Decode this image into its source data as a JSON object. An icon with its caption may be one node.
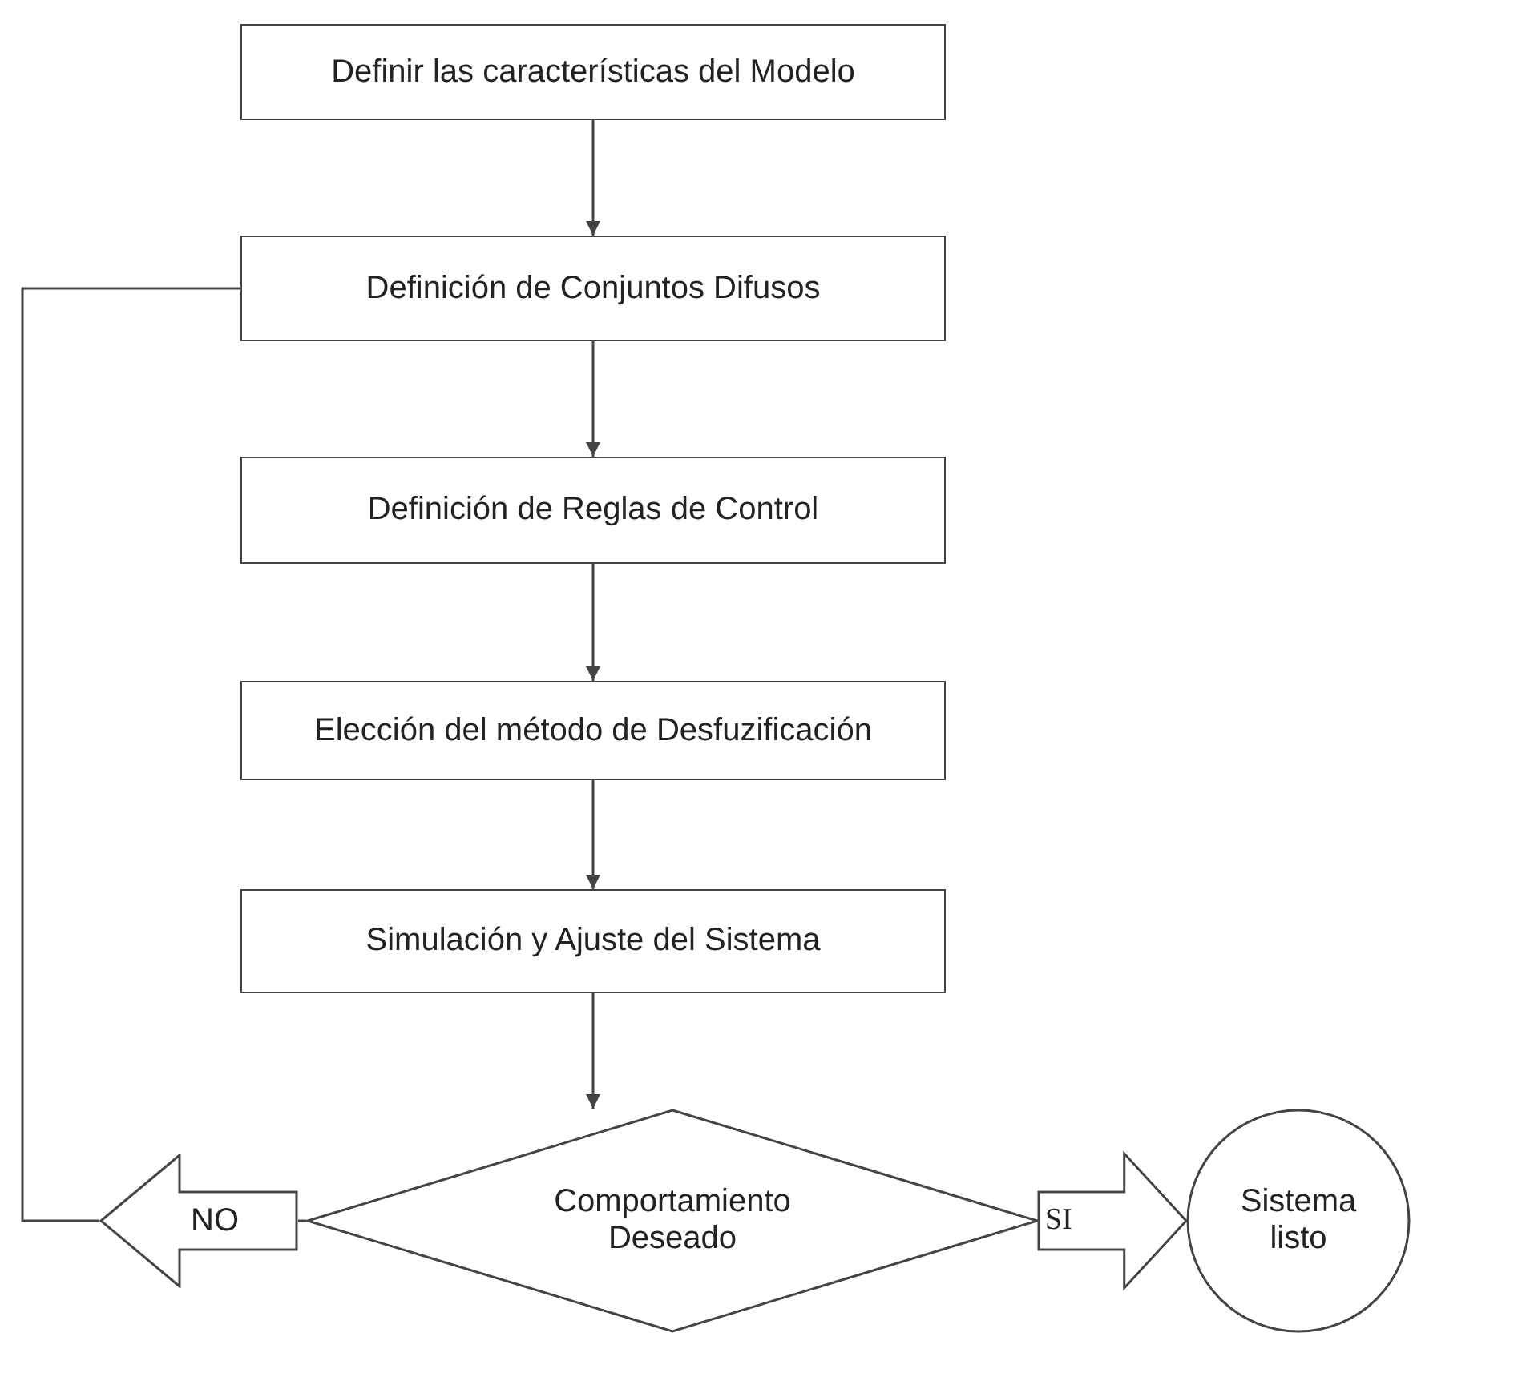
{
  "diagram": {
    "nodes": [
      {
        "text": [
          "Definir las características del Modelo"
        ]
      },
      {
        "text": [
          "Definición de Conjuntos Difusos"
        ]
      },
      {
        "text": [
          "Definición de Reglas de Control"
        ]
      },
      {
        "text": [
          "Elección del método de Desfuzificación"
        ]
      },
      {
        "text": [
          "Simulación y Ajuste del Sistema"
        ]
      },
      {
        "text": [
          "Comportamiento Deseado"
        ]
      },
      {
        "text": [
          "Sistema listo"
        ]
      },
      {
        "text": [
          "NO"
        ]
      }
    ],
    "edges": [
      {
        "from": 0,
        "to": 1,
        "arrow": "to"
      },
      {
        "from": 1,
        "to": 2,
        "arrow": "to"
      },
      {
        "from": 2,
        "to": 3,
        "arrow": "to"
      },
      {
        "from": 3,
        "to": 4,
        "arrow": "to"
      },
      {
        "from": 4,
        "to": 5,
        "arrow": "to"
      },
      {
        "from": 5,
        "to": 6,
        "arrow": "to",
        "label": "SI"
      },
      {
        "from": 5,
        "to": 7,
        "arrow": "none"
      },
      {
        "from": 7,
        "to": 1,
        "arrow": "none"
      }
    ]
  }
}
